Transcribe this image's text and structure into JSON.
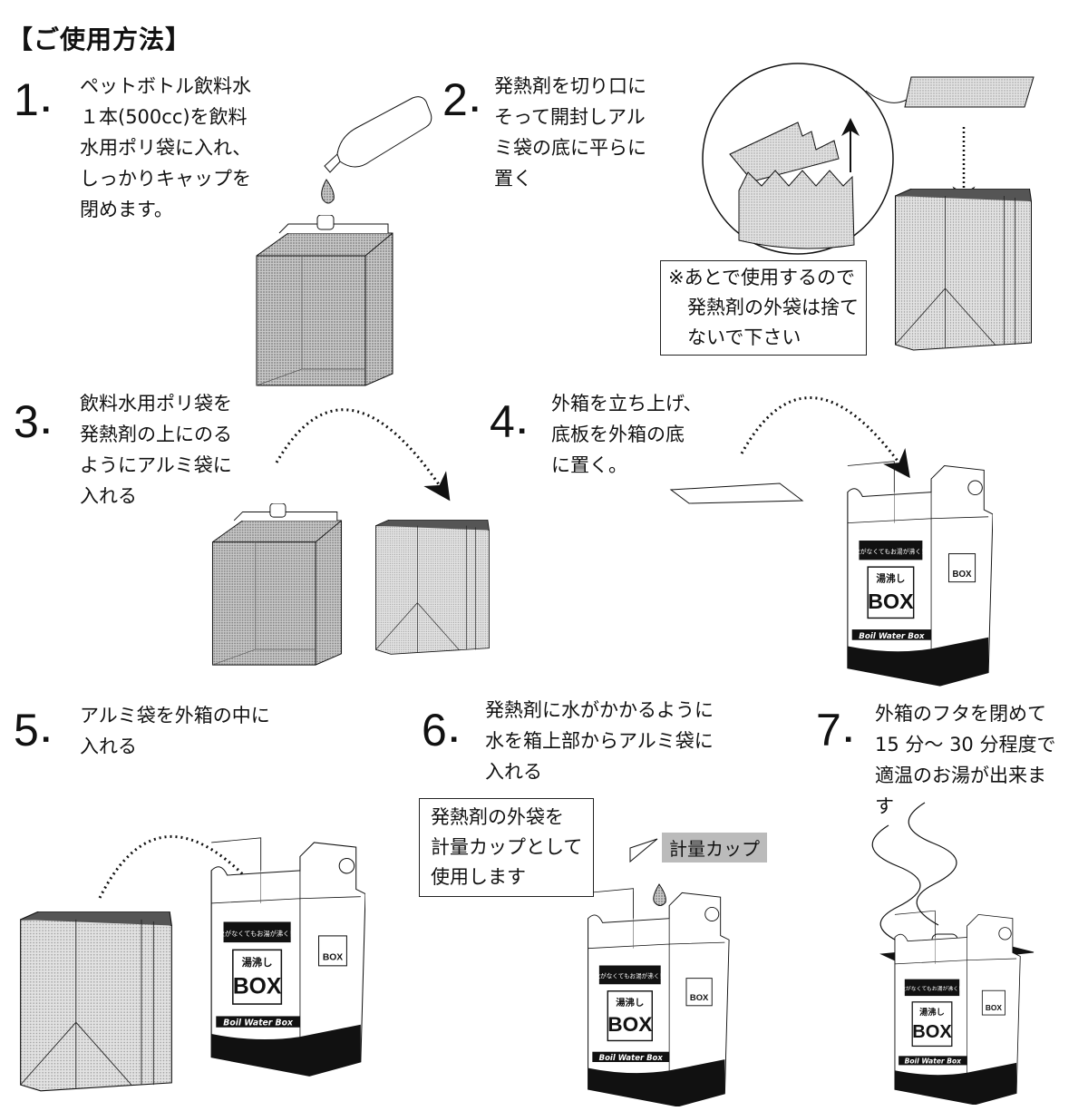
{
  "title": "【ご使用方法】",
  "steps": [
    {
      "number": "1",
      "lines": [
        "ペットボトル飲料水",
        "１本(500cc)を飲料",
        "水用ポリ袋に入れ、",
        "しっかりキャップを",
        "閉めます。"
      ]
    },
    {
      "number": "2",
      "lines": [
        "発熱剤を切り口に",
        "そって開封しアル",
        "ミ袋の底に平らに",
        "置く"
      ],
      "note": [
        "※あとで使用するので",
        "　発熱剤の外袋は捨て",
        "　ないで下さい"
      ]
    },
    {
      "number": "3",
      "lines": [
        "飲料水用ポリ袋を",
        "発熱剤の上にのる",
        "ようにアルミ袋に",
        "入れる"
      ]
    },
    {
      "number": "4",
      "lines": [
        "外箱を立ち上げ、",
        "底板を外箱の底",
        "に置く。"
      ]
    },
    {
      "number": "5",
      "lines": [
        "アルミ袋を外箱の中に",
        "入れる"
      ]
    },
    {
      "number": "6",
      "lines": [
        "発熱剤に水がかかるように",
        "水を箱上部からアルミ袋に",
        "入れる"
      ],
      "callout": [
        "発熱剤の外袋を",
        "計量カップとして",
        "使用します"
      ],
      "cup_label": "計量カップ"
    },
    {
      "number": "7",
      "lines": [
        "外箱のフタを閉めて",
        "15 分〜 30 分程度で",
        "適温のお湯が出来ま",
        "す"
      ]
    }
  ],
  "box_logo": {
    "tagline": "火がなくてもお湯が沸く！",
    "name_jp": "湯沸し",
    "name_en": "BOX",
    "band": "Boil Water Box"
  },
  "colors": {
    "ink": "#111111",
    "texture": "#9a9a9a",
    "paper": "#ffffff"
  }
}
